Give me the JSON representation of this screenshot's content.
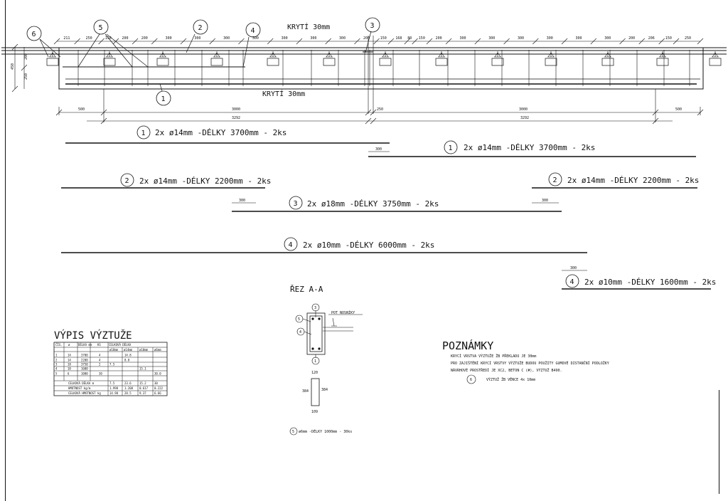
{
  "cover_top": "KRYTÍ 30mm",
  "cover_bottom": "KRYTÍ 30mm",
  "callouts": {
    "c1": "1",
    "c2": "2",
    "c3": "3",
    "c4": "4",
    "c5": "5",
    "c6": "6"
  },
  "top_dims": [
    "211",
    "250",
    "150",
    "200",
    "200",
    "300",
    "300",
    "300",
    "300",
    "300",
    "300",
    "300",
    "200",
    "150",
    "168",
    "80",
    "150",
    "200",
    "300",
    "300",
    "300",
    "300",
    "300",
    "300",
    "200",
    "206",
    "150",
    "250"
  ],
  "side_dims": {
    "left_outer": "450",
    "left_a": "200",
    "left_b": "250"
  },
  "bottom_dims": {
    "d500a": "500",
    "d3000a": "3000",
    "d3292a": "3292",
    "d250": "250",
    "d3000b": "3000",
    "d3292b": "3292",
    "d500b": "500"
  },
  "bars": [
    {
      "num": "1",
      "label": "2x ø14mm -DÉLKY 3700mm - 2ks"
    },
    {
      "num": "1",
      "label": "2x ø14mm -DÉLKY 3700mm - 2ks"
    },
    {
      "num": "2",
      "label": "2x ø14mm -DÉLKY 2200mm - 2ks"
    },
    {
      "num": "2",
      "label": "2x ø14mm -DÉLKY 2200mm - 2ks"
    },
    {
      "num": "3",
      "label": "2x ø18mm -DÉLKY 3750mm - 2ks"
    },
    {
      "num": "4",
      "label": "2x ø10mm -DÉLKY 6000mm - 2ks"
    },
    {
      "num": "4",
      "label": "2x ø10mm -DÉLKY 1600mm - 2ks"
    }
  ],
  "lap_dims": [
    "300",
    "300",
    "300",
    "300"
  ],
  "section": {
    "title": "ŘEZ A-A",
    "support_label": "POT NOSNÍKY",
    "dim_top": "120",
    "dim_left": "384",
    "dim_right": "384",
    "dim_bottom": "109",
    "stirrup_num": "5",
    "stirrup_label": "ø6mm -DÉLKY 1000mm - 30ks"
  },
  "schedule": {
    "title": "VÝPIS VÝZTUŽE",
    "headers": [
      "ČÍS.",
      "ø",
      "DÉLKA mm",
      "KS",
      "CELKOVÁ DÉLKA"
    ],
    "subheaders": [
      "ø18mm",
      "ø14mm",
      "ø10mm",
      "ø6mm"
    ],
    "rows": [
      [
        "1",
        "14",
        "3700",
        "4",
        "",
        "14.8",
        "",
        ""
      ],
      [
        "2",
        "14",
        "2200",
        "4",
        "",
        "8.8",
        "",
        ""
      ],
      [
        "3",
        "18",
        "3750",
        "2",
        "7.5",
        "",
        "",
        ""
      ],
      [
        "4",
        "10",
        "1600",
        "",
        "",
        "",
        "15.1",
        ""
      ],
      [
        "5",
        "6",
        "1000",
        "30",
        "",
        "",
        "",
        "30.0"
      ]
    ],
    "totals": [
      {
        "label": "CELKOVÁ DÉLKA m",
        "vals": [
          "7.5",
          "23.6",
          "15.2",
          "30"
        ]
      },
      {
        "label": "HMOTNOST kg/m",
        "vals": [
          "1.998",
          "1.208",
          "0.617",
          "0.222"
        ]
      },
      {
        "label": "CELKOVÁ HMOTNOST kg",
        "vals": [
          "14.98",
          "28.5",
          "9.37",
          "6.66"
        ]
      }
    ]
  },
  "notes": {
    "title": "POZNÁMKY",
    "lines": [
      "KRYCÍ VRSTVA VÝZTUŽE ŽB PŘEKLADU JE 30mm",
      "PRO ZAJIŠTĚNÍ KRYCÍ VRSTVY VÝZTUŽE BUDOU POUŽITY GUMOVÉ DISTANČNÍ PODLOŽKY",
      "NÁVRHOVÉ PROSTŘEDÍ JE XC2, BETON C (#), VÝZTUŽ B490."
    ],
    "item6_num": "6",
    "item6_text": "VÝZTUŽ ŽB VĚNCE 4x 10mm"
  }
}
